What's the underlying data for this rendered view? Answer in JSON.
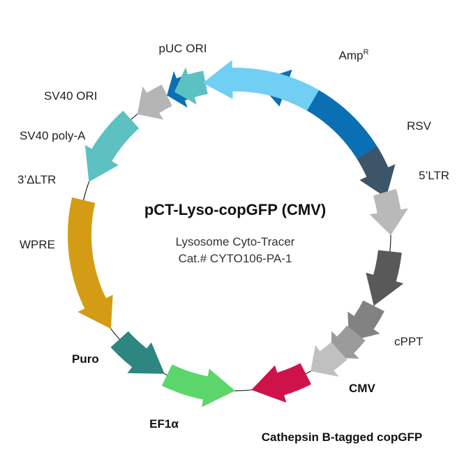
{
  "plasmid": {
    "name": "pCT-Lyso-copGFP (CMV)",
    "description": "Lysosome Cyto-Tracer",
    "catalog": "Cat.# CYTO106-PA-1"
  },
  "features": [
    {
      "id": "ampr",
      "label": "Amp",
      "label_sup": "R",
      "color": "#0b6fb3",
      "bold": false
    },
    {
      "id": "rsv",
      "label": "RSV",
      "color": "#3d5568",
      "bold": false
    },
    {
      "id": "ltr5",
      "label": "5’LTR",
      "color": "#b9b9b9",
      "bold": false
    },
    {
      "id": "dark-gray",
      "label": "",
      "color": "#595959",
      "bold": false
    },
    {
      "id": "mid-gray",
      "label": "",
      "color": "#828282",
      "bold": false
    },
    {
      "id": "gray",
      "label": "",
      "color": "#9b9b9b",
      "bold": false
    },
    {
      "id": "cppt",
      "label": "cPPT",
      "color": "#c0c0c0",
      "bold": false
    },
    {
      "id": "cmv",
      "label": "CMV",
      "color": "#d0124a",
      "bold": true
    },
    {
      "id": "copgfp",
      "label": "Cathepsin B-tagged copGFP",
      "color": "#5cd66b",
      "bold": true
    },
    {
      "id": "ef1a",
      "label": "EF1α",
      "color": "#2e8680",
      "bold": true
    },
    {
      "id": "puro",
      "label": "Puro",
      "color": "#d39c14",
      "bold": true
    },
    {
      "id": "wpre",
      "label": "WPRE",
      "color": "#5ec1c1",
      "bold": false
    },
    {
      "id": "ltr3",
      "label": "3’ΔLTR",
      "color": "#b5b5b5",
      "bold": false
    },
    {
      "id": "sv40polya",
      "label": "SV40 poly-A",
      "color": "#0b6fb3",
      "bold": false
    },
    {
      "id": "sv40ori",
      "label": "SV40 ORI",
      "color": "#5ec1c1",
      "bold": false
    },
    {
      "id": "puc",
      "label": "pUC ORI",
      "color": "#72cff4",
      "bold": false
    }
  ]
}
